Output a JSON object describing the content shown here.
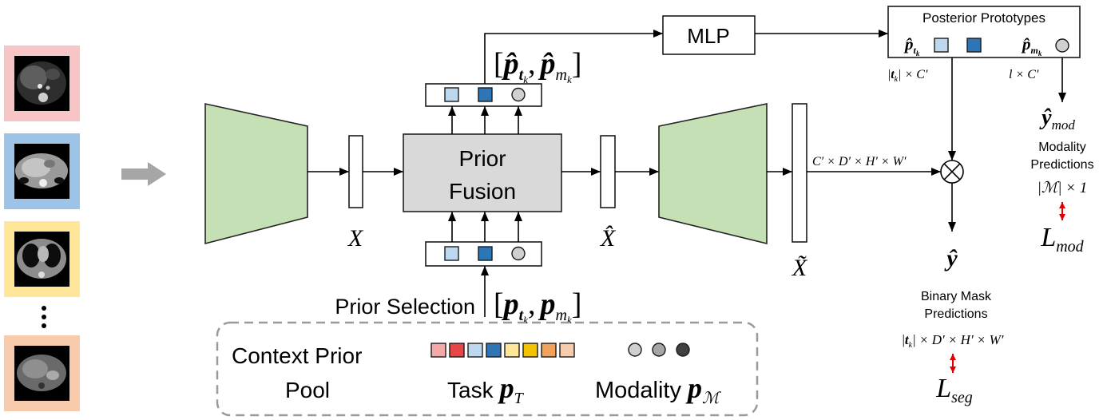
{
  "labels": {
    "feature_x": "X",
    "feature_x_hat": "X̂",
    "feature_x_tilde": "X̃",
    "decoder_dims": "C′ × D′ × H′ × W′"
  },
  "prior_fusion": {
    "line1": "Prior",
    "line2": "Fusion"
  },
  "mlp": {
    "label": "MLP"
  },
  "fused_priors": {
    "open": "[",
    "p1": "p̂",
    "p1_sub": "t",
    "p1_subsub": "k",
    "sep": ",",
    "p2": "p̂",
    "p2_sub": "m",
    "p2_subsub": "k",
    "close": "]"
  },
  "prior_selection": {
    "label": "Prior Selection",
    "open": "[",
    "p1": "p",
    "p1_sub": "t",
    "p1_subsub": "k",
    "sep": ",",
    "p2": "p",
    "p2_sub": "m",
    "p2_subsub": "k",
    "close": "]"
  },
  "posterior_prototypes": {
    "title": "Posterior Prototypes",
    "task_sym": "p̂",
    "task_sub": "t",
    "task_subsub": "k",
    "mod_sym": "p̂",
    "mod_sub": "m",
    "mod_subsub": "k",
    "task_dim_open": "|",
    "task_dim_t": "t",
    "task_dim_sub": "k",
    "task_dim_rest": "| × C′",
    "mod_dim": "l × C′"
  },
  "modality_output": {
    "sym": "ŷ",
    "sub": "mod",
    "line1": "Modality",
    "line2": "Predictions",
    "dim": "|ℳ| × 1",
    "loss": "L",
    "loss_sub": "mod"
  },
  "segmentation_output": {
    "sym": "ŷ",
    "line1": "Binary Mask",
    "line2": "Predictions",
    "dim_open": "|",
    "dim_t": "t",
    "dim_sub": "k",
    "dim_rest": "| × D′ × H′ × W′",
    "loss": "L",
    "loss_sub": "seg"
  },
  "context_prior_pool": {
    "line1": "Context Prior",
    "line2": "Pool",
    "task_label": "Task",
    "task_sym": "p",
    "task_sub": "T",
    "mod_label": "Modality",
    "mod_sym": "p",
    "mod_sub": "ℳ"
  },
  "colors": {
    "thumbnail_borders": [
      "#f7c5c5",
      "#9dc3e6",
      "#ffe699",
      "#f8cbad"
    ],
    "input_arrow": "#a6a6a6",
    "encoder": "#c5e0b4",
    "decoder": "#c5e0b4",
    "prior_fusion": "#d9d9d9",
    "task_token_light": "#bdd7ee",
    "task_token_dark": "#2e75b6",
    "modality_token": "#d0d0d0",
    "loss_arrow": "#e00000",
    "pool_border": "#9a9a9a",
    "task_pool": [
      "#f4a8a8",
      "#e84545",
      "#bdd7ee",
      "#2e75b6",
      "#ffe699",
      "#f5c400",
      "#f2a35a",
      "#f8cbad"
    ],
    "modality_pool": [
      "#d0d0d0",
      "#a6a6a6",
      "#404040"
    ]
  }
}
